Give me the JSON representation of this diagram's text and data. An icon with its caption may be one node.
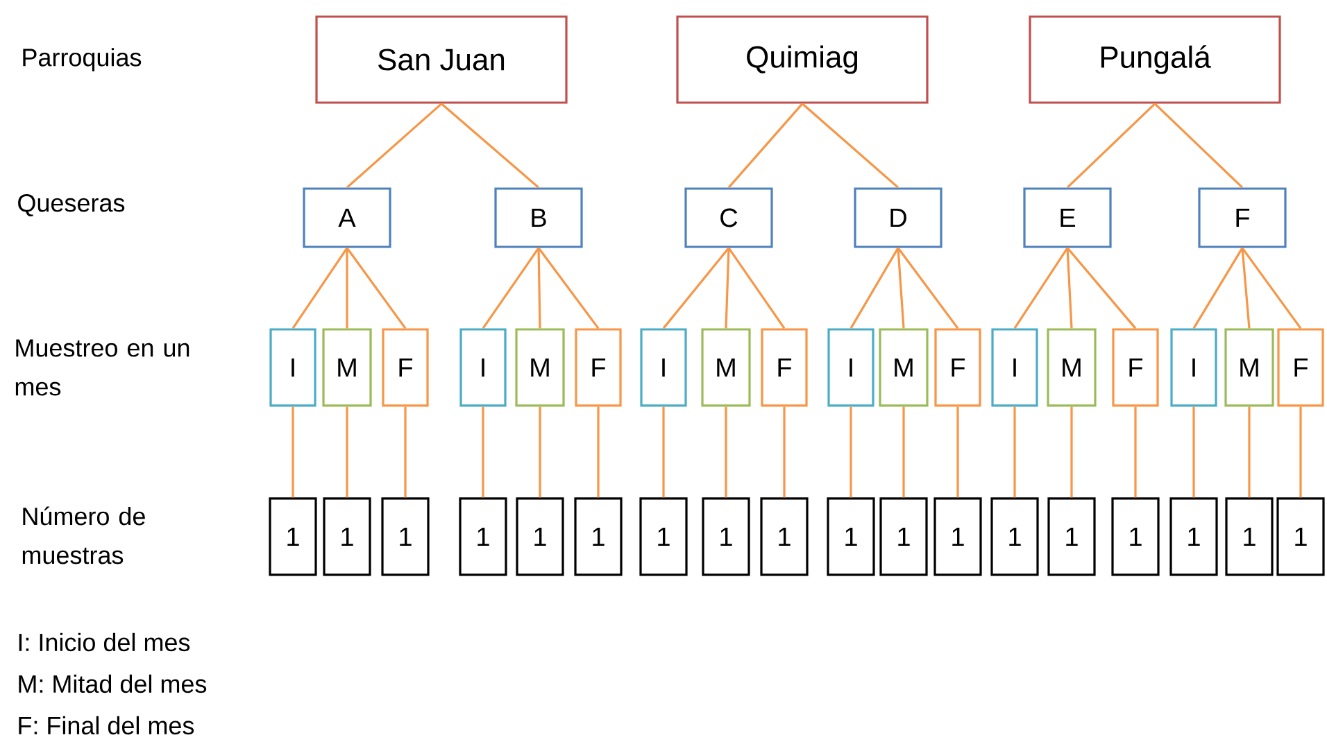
{
  "diagram": {
    "nodes": [
      {
        "text": [
          "San Juan"
        ]
      },
      {
        "text": [
          "Quimiag"
        ]
      },
      {
        "text": [
          "Pungalá"
        ]
      },
      {
        "text": [
          "A"
        ]
      },
      {
        "text": [
          "B"
        ]
      },
      {
        "text": [
          "C"
        ]
      },
      {
        "text": [
          "D"
        ]
      },
      {
        "text": [
          "E"
        ]
      },
      {
        "text": [
          "F"
        ]
      },
      {
        "text": [
          "I"
        ]
      },
      {
        "text": [
          "M"
        ]
      },
      {
        "text": [
          "F"
        ]
      },
      {
        "text": [
          "I"
        ]
      },
      {
        "text": [
          "M"
        ]
      },
      {
        "text": [
          "F"
        ]
      },
      {
        "text": [
          "I"
        ]
      },
      {
        "text": [
          "M"
        ]
      },
      {
        "text": [
          "F"
        ]
      },
      {
        "text": [
          "I"
        ]
      },
      {
        "text": [
          "M"
        ]
      },
      {
        "text": [
          "F"
        ]
      },
      {
        "text": [
          "I"
        ]
      },
      {
        "text": [
          "M"
        ]
      },
      {
        "text": [
          "F"
        ]
      },
      {
        "text": [
          "I"
        ]
      },
      {
        "text": [
          "M"
        ]
      },
      {
        "text": [
          "F"
        ]
      },
      {
        "text": [
          "1"
        ]
      },
      {
        "text": [
          "1"
        ]
      },
      {
        "text": [
          "1"
        ]
      },
      {
        "text": [
          "1"
        ]
      },
      {
        "text": [
          "1"
        ]
      },
      {
        "text": [
          "1"
        ]
      },
      {
        "text": [
          "1"
        ]
      },
      {
        "text": [
          "1"
        ]
      },
      {
        "text": [
          "1"
        ]
      },
      {
        "text": [
          "1"
        ]
      },
      {
        "text": [
          "1"
        ]
      },
      {
        "text": [
          "1"
        ]
      },
      {
        "text": [
          "1"
        ]
      },
      {
        "text": [
          "1"
        ]
      },
      {
        "text": [
          "1"
        ]
      },
      {
        "text": [
          "1"
        ]
      },
      {
        "text": [
          "1"
        ]
      },
      {
        "text": [
          "1"
        ]
      }
    ],
    "edges": [
      {
        "from": 0,
        "to": 3,
        "arrow": "none"
      },
      {
        "from": 0,
        "to": 4,
        "arrow": "none"
      },
      {
        "from": 1,
        "to": 5,
        "arrow": "none"
      },
      {
        "from": 1,
        "to": 6,
        "arrow": "none"
      },
      {
        "from": 2,
        "to": 7,
        "arrow": "none"
      },
      {
        "from": 2,
        "to": 8,
        "arrow": "none"
      },
      {
        "from": 3,
        "to": 9,
        "arrow": "none"
      },
      {
        "from": 3,
        "to": 10,
        "arrow": "none"
      },
      {
        "from": 3,
        "to": 11,
        "arrow": "none"
      },
      {
        "from": 4,
        "to": 12,
        "arrow": "none"
      },
      {
        "from": 4,
        "to": 13,
        "arrow": "none"
      },
      {
        "from": 4,
        "to": 14,
        "arrow": "none"
      },
      {
        "from": 5,
        "to": 15,
        "arrow": "none"
      },
      {
        "from": 5,
        "to": 16,
        "arrow": "none"
      },
      {
        "from": 5,
        "to": 17,
        "arrow": "none"
      },
      {
        "from": 6,
        "to": 18,
        "arrow": "none"
      },
      {
        "from": 6,
        "to": 19,
        "arrow": "none"
      },
      {
        "from": 6,
        "to": 20,
        "arrow": "none"
      },
      {
        "from": 7,
        "to": 21,
        "arrow": "none"
      },
      {
        "from": 7,
        "to": 22,
        "arrow": "none"
      },
      {
        "from": 7,
        "to": 23,
        "arrow": "none"
      },
      {
        "from": 8,
        "to": 24,
        "arrow": "none"
      },
      {
        "from": 8,
        "to": 25,
        "arrow": "none"
      },
      {
        "from": 8,
        "to": 26,
        "arrow": "none"
      },
      {
        "from": 9,
        "to": 27,
        "arrow": "none"
      },
      {
        "from": 10,
        "to": 28,
        "arrow": "none"
      },
      {
        "from": 11,
        "to": 29,
        "arrow": "none"
      },
      {
        "from": 12,
        "to": 30,
        "arrow": "none"
      },
      {
        "from": 13,
        "to": 31,
        "arrow": "none"
      },
      {
        "from": 14,
        "to": 32,
        "arrow": "none"
      },
      {
        "from": 15,
        "to": 33,
        "arrow": "none"
      },
      {
        "from": 16,
        "to": 34,
        "arrow": "none"
      },
      {
        "from": 17,
        "to": 35,
        "arrow": "none"
      },
      {
        "from": 18,
        "to": 36,
        "arrow": "none"
      },
      {
        "from": 19,
        "to": 37,
        "arrow": "none"
      },
      {
        "from": 20,
        "to": 38,
        "arrow": "none"
      },
      {
        "from": 21,
        "to": 39,
        "arrow": "none"
      },
      {
        "from": 22,
        "to": 40,
        "arrow": "none"
      },
      {
        "from": 23,
        "to": 41,
        "arrow": "none"
      },
      {
        "from": 24,
        "to": 42,
        "arrow": "none"
      },
      {
        "from": 25,
        "to": 43,
        "arrow": "none"
      },
      {
        "from": 26,
        "to": 44,
        "arrow": "none"
      }
    ],
    "labels": [
      "Parroquias",
      "Queseras",
      "Muestreo en un mes",
      "Número de muestras",
      "I: Inicio del mes",
      "M: Mitad del mes",
      "F: Final del mes"
    ]
  }
}
